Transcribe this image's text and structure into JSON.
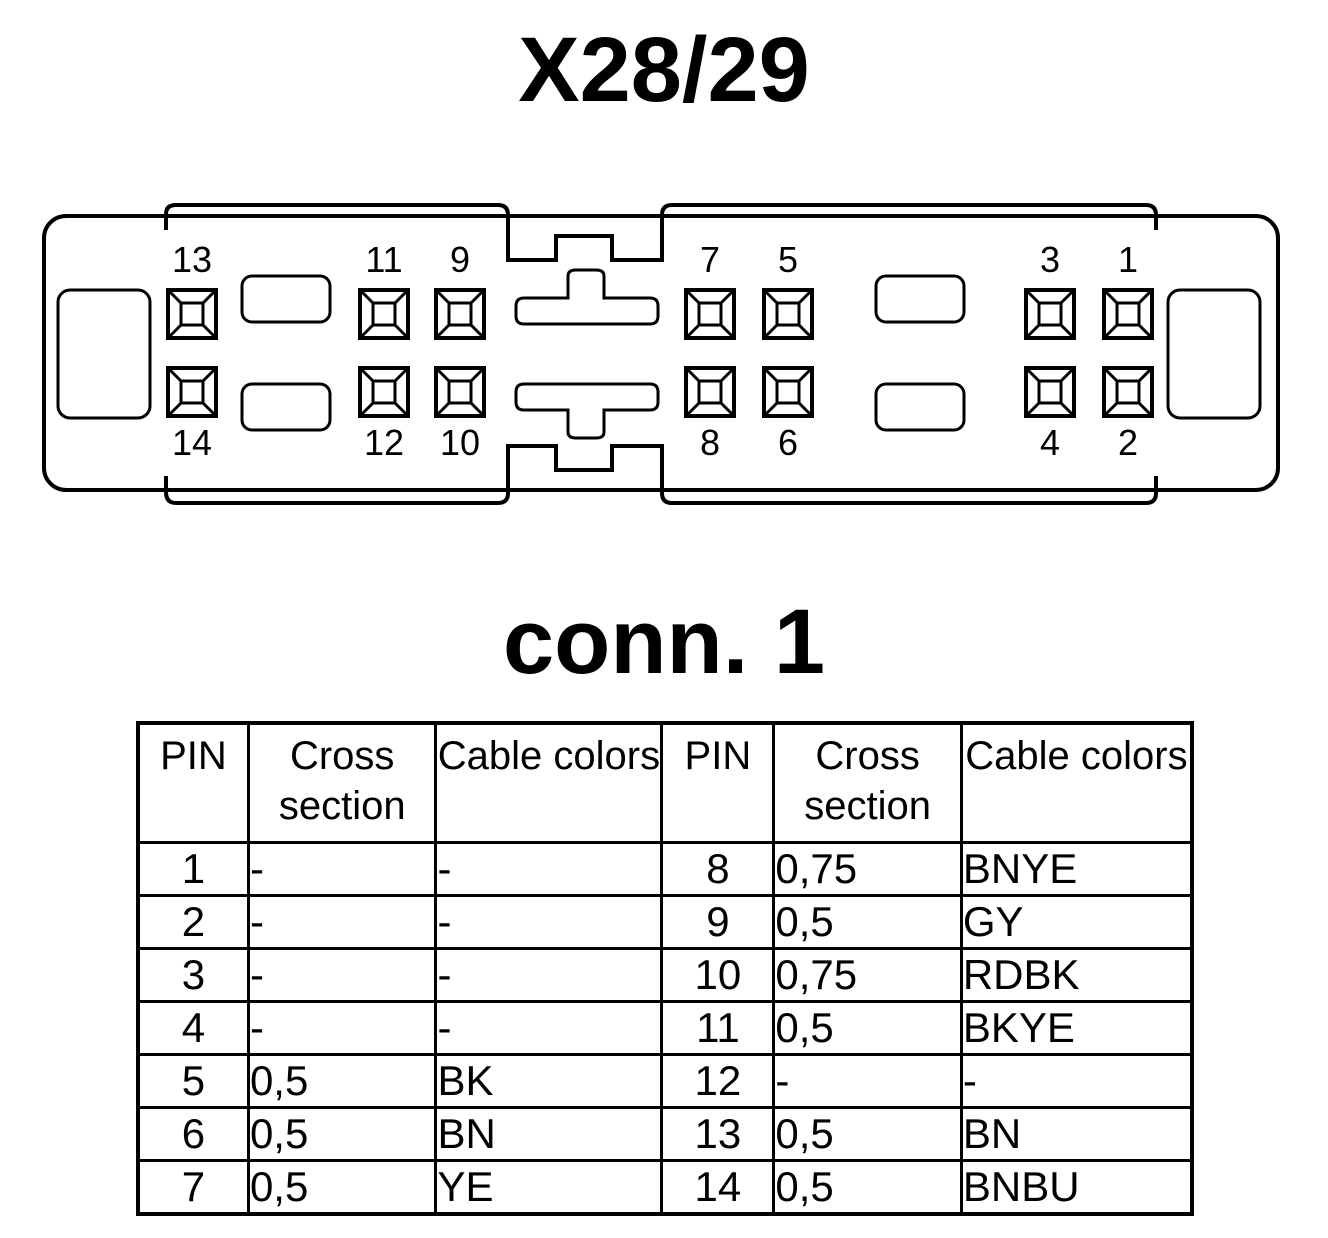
{
  "title": "X28/29",
  "subtitle": "conn. 1",
  "pin_labels": [
    "1",
    "2",
    "3",
    "4",
    "5",
    "6",
    "7",
    "8",
    "9",
    "10",
    "11",
    "12",
    "13",
    "14"
  ],
  "table": {
    "headers": [
      "PIN",
      "Cross section",
      "Cable colors",
      "PIN",
      "Cross section",
      "Cable colors"
    ],
    "rows": [
      [
        "1",
        "-",
        "-",
        "8",
        "0,75",
        "BNYE"
      ],
      [
        "2",
        "-",
        "-",
        "9",
        "0,5",
        "GY"
      ],
      [
        "3",
        "-",
        "-",
        "10",
        "0,75",
        "RDBK"
      ],
      [
        "4",
        "-",
        "-",
        "11",
        "0,5",
        "BKYE"
      ],
      [
        "5",
        "0,5",
        "BK",
        "12",
        "-",
        "-"
      ],
      [
        "6",
        "0,5",
        "BN",
        "13",
        "0,5",
        "BN"
      ],
      [
        "7",
        "0,5",
        "YE",
        "14",
        "0,5",
        "BNBU"
      ]
    ]
  }
}
